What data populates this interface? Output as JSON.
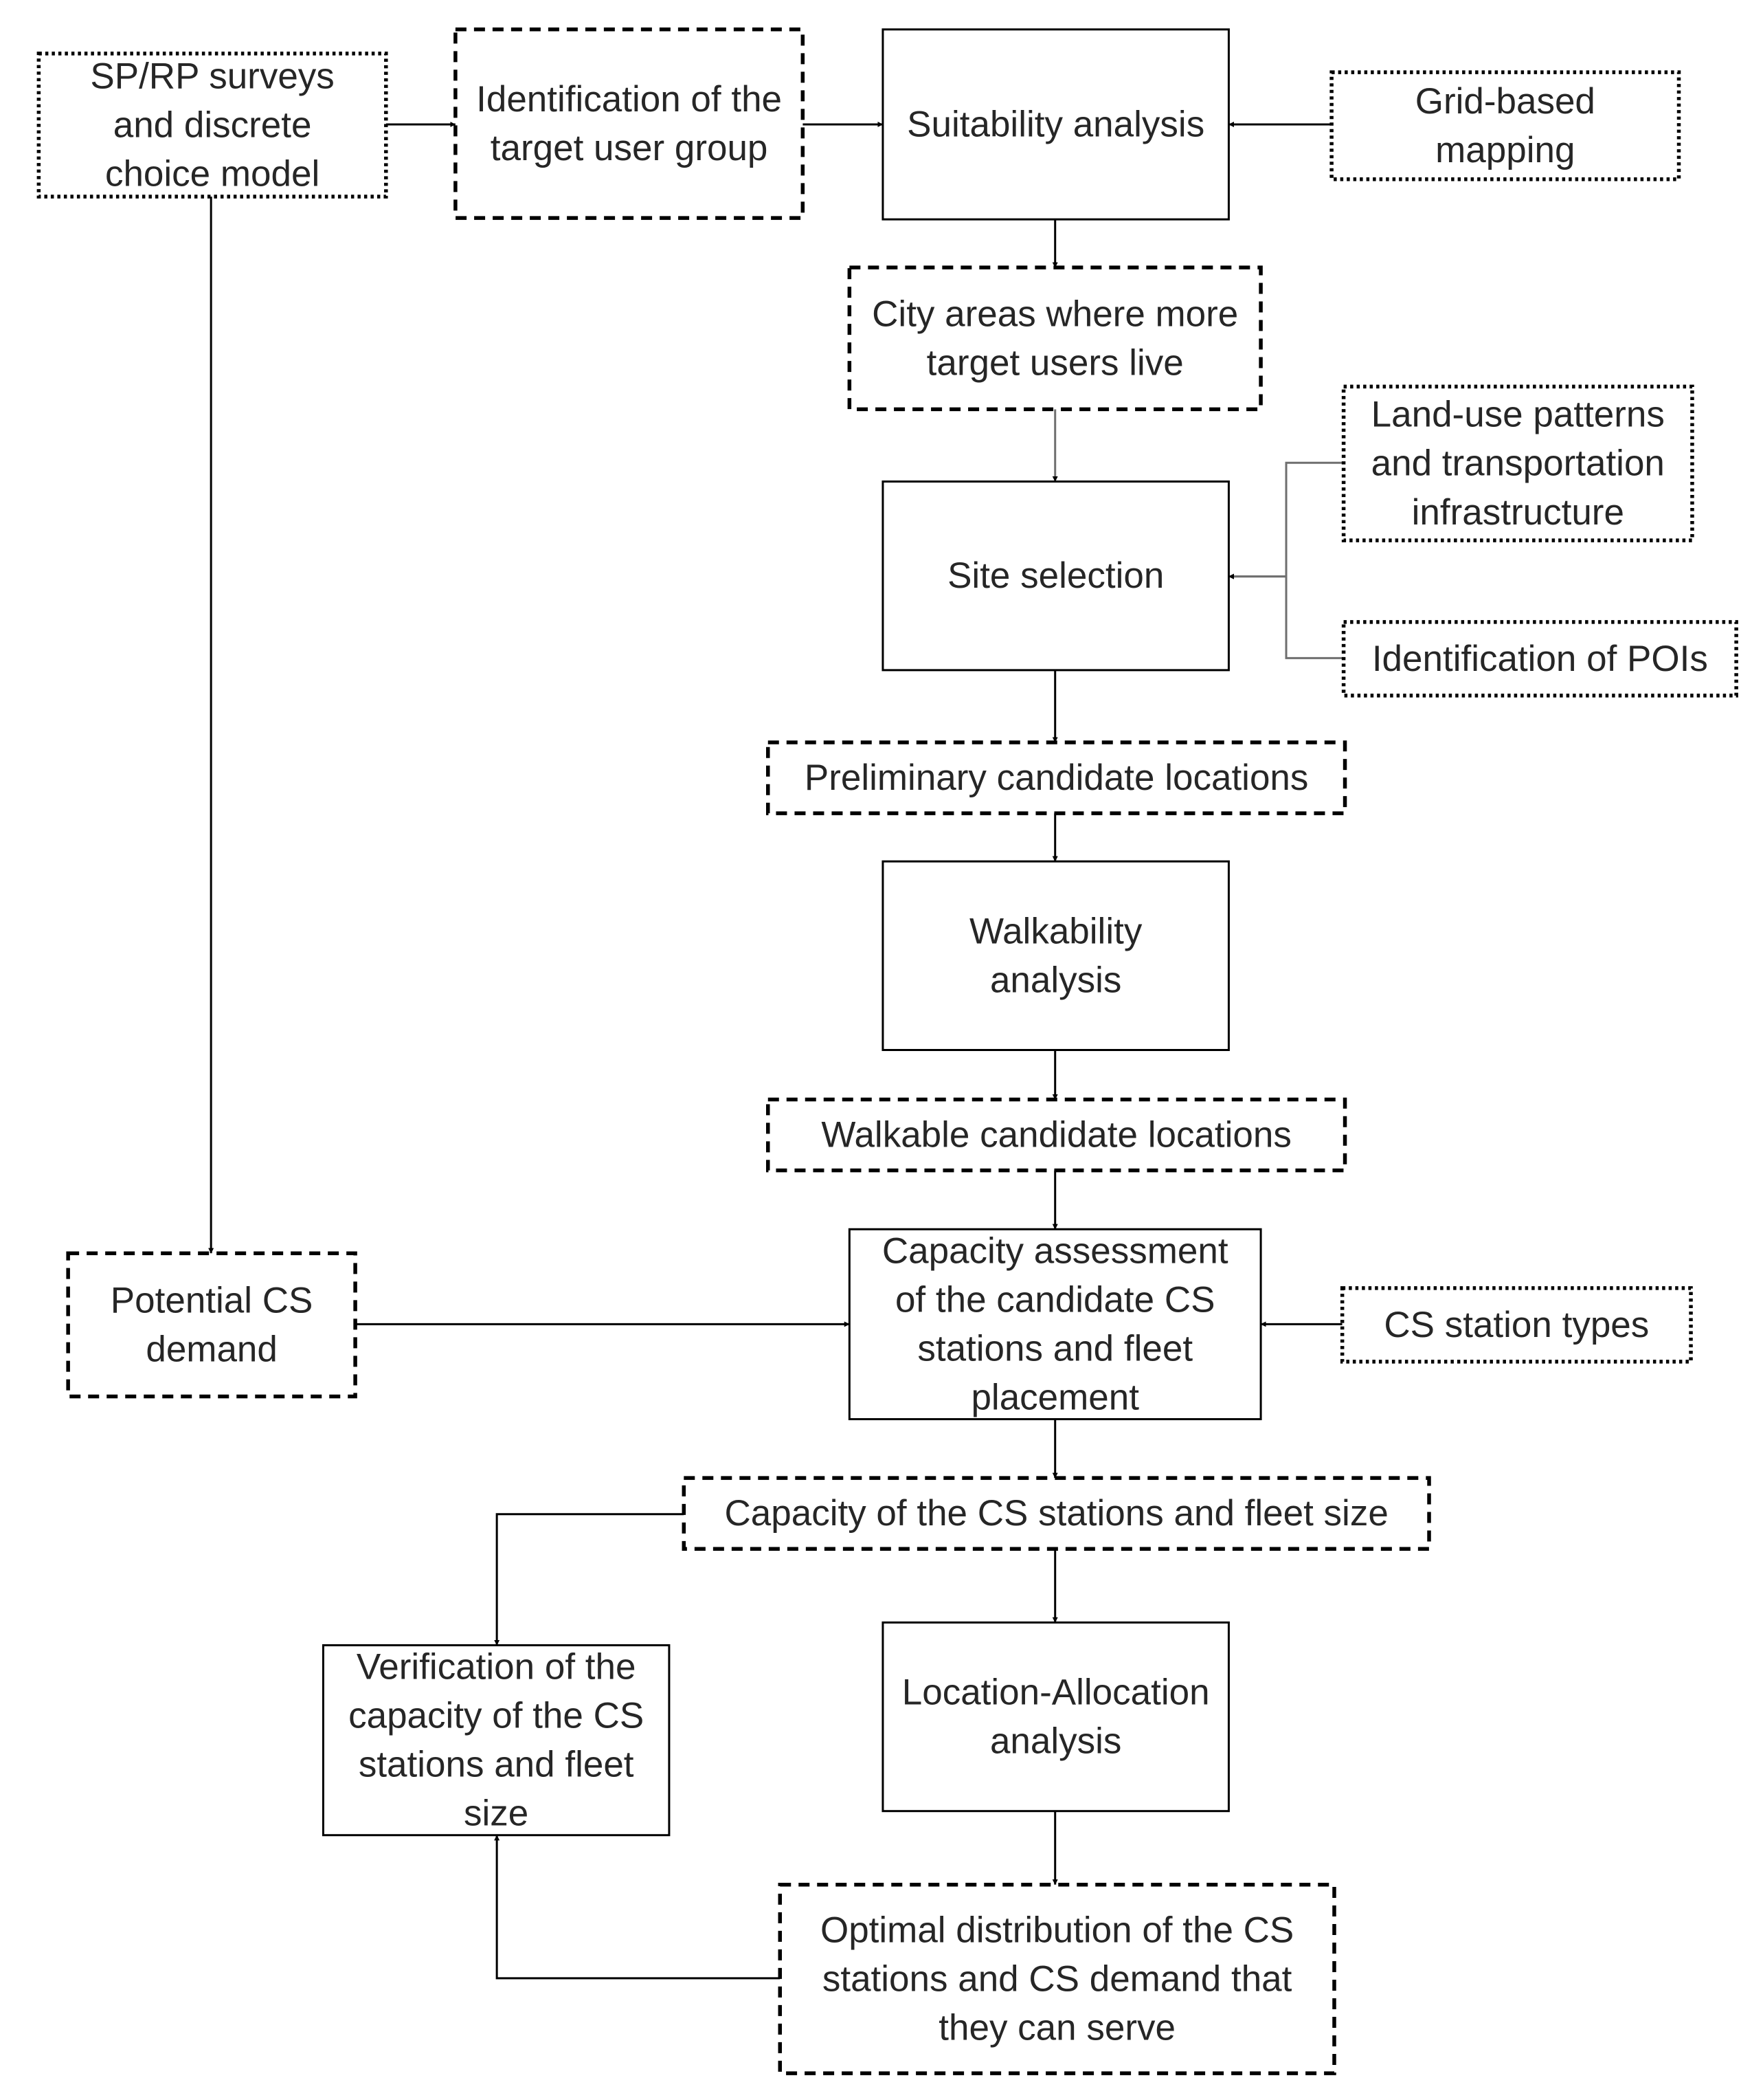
{
  "nodes": {
    "sp_rp": {
      "lines": [
        "SP/RP surveys",
        "and discrete",
        "choice model"
      ],
      "style": "input"
    },
    "target_group": {
      "lines": [
        "Identification of the",
        "target user group"
      ],
      "style": "output"
    },
    "suitability": {
      "lines": [
        "Suitability analysis"
      ],
      "style": "process"
    },
    "grid_mapping": {
      "lines": [
        "Grid-based",
        "mapping"
      ],
      "style": "input"
    },
    "city_areas": {
      "lines": [
        "City areas where more",
        "target users live"
      ],
      "style": "output"
    },
    "land_use": {
      "lines": [
        "Land-use patterns",
        "and transportation",
        "infrastructure"
      ],
      "style": "input"
    },
    "site_selection": {
      "lines": [
        "Site selection"
      ],
      "style": "process"
    },
    "pois": {
      "lines": [
        "Identification of POIs"
      ],
      "style": "input"
    },
    "preliminary": {
      "lines": [
        "Preliminary candidate locations"
      ],
      "style": "output"
    },
    "walkability": {
      "lines": [
        "Walkability",
        "analysis"
      ],
      "style": "process"
    },
    "walkable": {
      "lines": [
        "Walkable candidate locations"
      ],
      "style": "output"
    },
    "potential_demand": {
      "lines": [
        "Potential CS",
        "demand"
      ],
      "style": "output"
    },
    "capacity_assessment": {
      "lines": [
        "Capacity assessment",
        "of the candidate CS",
        "stations and fleet",
        "placement"
      ],
      "style": "process"
    },
    "station_types": {
      "lines": [
        "CS station types"
      ],
      "style": "input"
    },
    "capacity_fleet": {
      "lines": [
        "Capacity of the CS stations and fleet size"
      ],
      "style": "output"
    },
    "verification": {
      "lines": [
        "Verification of the",
        "capacity of the CS",
        "stations and fleet",
        "size"
      ],
      "style": "process"
    },
    "location_allocation": {
      "lines": [
        "Location-Allocation",
        "analysis"
      ],
      "style": "process"
    },
    "optimal_distribution": {
      "lines": [
        "Optimal distribution of the CS",
        "stations and CS demand that",
        "they can serve"
      ],
      "style": "output"
    }
  },
  "edges": [
    {
      "from": "sp_rp",
      "to": "target_group"
    },
    {
      "from": "target_group",
      "to": "suitability"
    },
    {
      "from": "grid_mapping",
      "to": "suitability"
    },
    {
      "from": "suitability",
      "to": "city_areas"
    },
    {
      "from": "city_areas",
      "to": "site_selection"
    },
    {
      "from": "land_use",
      "to": "site_selection"
    },
    {
      "from": "pois",
      "to": "site_selection"
    },
    {
      "from": "site_selection",
      "to": "preliminary"
    },
    {
      "from": "preliminary",
      "to": "walkability"
    },
    {
      "from": "walkability",
      "to": "walkable"
    },
    {
      "from": "walkable",
      "to": "capacity_assessment"
    },
    {
      "from": "sp_rp",
      "to": "potential_demand"
    },
    {
      "from": "potential_demand",
      "to": "capacity_assessment"
    },
    {
      "from": "station_types",
      "to": "capacity_assessment"
    },
    {
      "from": "capacity_assessment",
      "to": "capacity_fleet"
    },
    {
      "from": "capacity_fleet",
      "to": "verification"
    },
    {
      "from": "capacity_fleet",
      "to": "location_allocation"
    },
    {
      "from": "location_allocation",
      "to": "optimal_distribution"
    },
    {
      "from": "optimal_distribution",
      "to": "verification"
    }
  ]
}
